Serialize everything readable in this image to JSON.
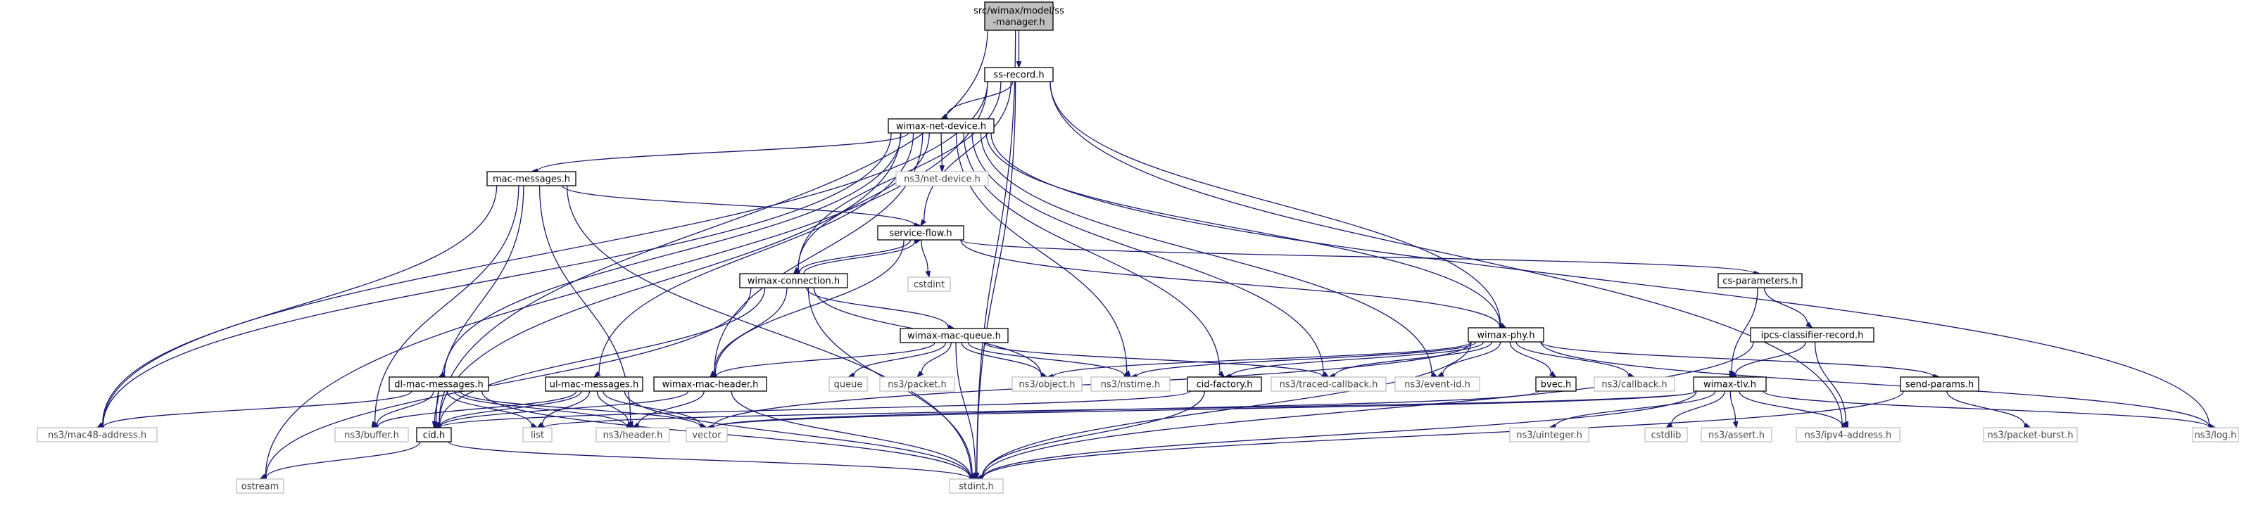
{
  "graph": {
    "edge_color": "#191970",
    "root_fill": "#bfbfbf",
    "external_border": "#bfbfbf",
    "nodes": [
      {
        "id": "ssm",
        "lines": [
          "src/wimax/model/ss",
          "-manager.h"
        ],
        "kind": "root"
      },
      {
        "id": "ssr",
        "lines": [
          "ss-record.h"
        ],
        "kind": "local"
      },
      {
        "id": "wnd",
        "lines": [
          "wimax-net-device.h"
        ],
        "kind": "local"
      },
      {
        "id": "mm",
        "lines": [
          "mac-messages.h"
        ],
        "kind": "local"
      },
      {
        "id": "nsnd",
        "lines": [
          "ns3/net-device.h"
        ],
        "kind": "ext"
      },
      {
        "id": "sf",
        "lines": [
          "service-flow.h"
        ],
        "kind": "local"
      },
      {
        "id": "cstdint",
        "lines": [
          "cstdint"
        ],
        "kind": "ext"
      },
      {
        "id": "wc",
        "lines": [
          "wimax-connection.h"
        ],
        "kind": "local"
      },
      {
        "id": "csp",
        "lines": [
          "cs-parameters.h"
        ],
        "kind": "local"
      },
      {
        "id": "wmq",
        "lines": [
          "wimax-mac-queue.h"
        ],
        "kind": "local"
      },
      {
        "id": "icr",
        "lines": [
          "ipcs-classifier-record.h"
        ],
        "kind": "local"
      },
      {
        "id": "wphy",
        "lines": [
          "wimax-phy.h"
        ],
        "kind": "local"
      },
      {
        "id": "dlmm",
        "lines": [
          "dl-mac-messages.h"
        ],
        "kind": "local"
      },
      {
        "id": "ulmm",
        "lines": [
          "ul-mac-messages.h"
        ],
        "kind": "local"
      },
      {
        "id": "wmh",
        "lines": [
          "wimax-mac-header.h"
        ],
        "kind": "local"
      },
      {
        "id": "queue",
        "lines": [
          "queue"
        ],
        "kind": "ext"
      },
      {
        "id": "packet",
        "lines": [
          "ns3/packet.h"
        ],
        "kind": "ext"
      },
      {
        "id": "object",
        "lines": [
          "ns3/object.h"
        ],
        "kind": "ext"
      },
      {
        "id": "nstime",
        "lines": [
          "ns3/nstime.h"
        ],
        "kind": "ext"
      },
      {
        "id": "cidf",
        "lines": [
          "cid-factory.h"
        ],
        "kind": "local"
      },
      {
        "id": "tcb",
        "lines": [
          "ns3/traced-callback.h"
        ],
        "kind": "ext"
      },
      {
        "id": "eid",
        "lines": [
          "ns3/event-id.h"
        ],
        "kind": "ext"
      },
      {
        "id": "bvec",
        "lines": [
          "bvec.h"
        ],
        "kind": "local"
      },
      {
        "id": "callback",
        "lines": [
          "ns3/callback.h"
        ],
        "kind": "ext"
      },
      {
        "id": "sendp",
        "lines": [
          "send-params.h"
        ],
        "kind": "local"
      },
      {
        "id": "tlv",
        "lines": [
          "wimax-tlv.h"
        ],
        "kind": "local"
      },
      {
        "id": "mac48",
        "lines": [
          "ns3/mac48-address.h"
        ],
        "kind": "ext"
      },
      {
        "id": "buffer",
        "lines": [
          "ns3/buffer.h"
        ],
        "kind": "ext"
      },
      {
        "id": "cid",
        "lines": [
          "cid.h"
        ],
        "kind": "local"
      },
      {
        "id": "list",
        "lines": [
          "list"
        ],
        "kind": "ext"
      },
      {
        "id": "header",
        "lines": [
          "ns3/header.h"
        ],
        "kind": "ext"
      },
      {
        "id": "vector",
        "lines": [
          "vector"
        ],
        "kind": "ext"
      },
      {
        "id": "uint",
        "lines": [
          "ns3/uinteger.h"
        ],
        "kind": "ext"
      },
      {
        "id": "cstdlib",
        "lines": [
          "cstdlib"
        ],
        "kind": "ext"
      },
      {
        "id": "assert",
        "lines": [
          "ns3/assert.h"
        ],
        "kind": "ext"
      },
      {
        "id": "ipv4",
        "lines": [
          "ns3/ipv4-address.h"
        ],
        "kind": "ext"
      },
      {
        "id": "pburst",
        "lines": [
          "ns3/packet-burst.h"
        ],
        "kind": "ext"
      },
      {
        "id": "log",
        "lines": [
          "ns3/log.h"
        ],
        "kind": "ext"
      },
      {
        "id": "ostream",
        "lines": [
          "ostream"
        ],
        "kind": "ext"
      },
      {
        "id": "stdint",
        "lines": [
          "stdint.h"
        ],
        "kind": "ext"
      }
    ],
    "edges": [
      [
        "ssm",
        "ssr"
      ],
      [
        "ssm",
        "cid"
      ],
      [
        "ssm",
        "stdint"
      ],
      [
        "ssr",
        "wnd"
      ],
      [
        "ssr",
        "wc"
      ],
      [
        "ssr",
        "sf"
      ],
      [
        "ssr",
        "wphy"
      ],
      [
        "ssr",
        "mac48"
      ],
      [
        "ssr",
        "ostream"
      ],
      [
        "ssr",
        "ipv4"
      ],
      [
        "ssr",
        "stdint"
      ],
      [
        "wnd",
        "mm"
      ],
      [
        "wnd",
        "nsnd"
      ],
      [
        "wnd",
        "wc"
      ],
      [
        "wnd",
        "wmh"
      ],
      [
        "wnd",
        "dlmm"
      ],
      [
        "wnd",
        "ulmm"
      ],
      [
        "wnd",
        "wphy"
      ],
      [
        "wnd",
        "cidf"
      ],
      [
        "wnd",
        "nstime"
      ],
      [
        "wnd",
        "tcb"
      ],
      [
        "wnd",
        "eid"
      ],
      [
        "wnd",
        "log"
      ],
      [
        "wnd",
        "mac48"
      ],
      [
        "wnd",
        "cid"
      ],
      [
        "mm",
        "sf"
      ],
      [
        "mm",
        "cid"
      ],
      [
        "mm",
        "mac48"
      ],
      [
        "mm",
        "buffer"
      ],
      [
        "mm",
        "header"
      ],
      [
        "mm",
        "stdint"
      ],
      [
        "sf",
        "wc"
      ],
      [
        "sf",
        "cstdint"
      ],
      [
        "sf",
        "csp"
      ],
      [
        "sf",
        "wphy"
      ],
      [
        "sf",
        "wmh"
      ],
      [
        "wc",
        "sf"
      ],
      [
        "wc",
        "wmq"
      ],
      [
        "wc",
        "wmh"
      ],
      [
        "wc",
        "object"
      ],
      [
        "wc",
        "cid"
      ],
      [
        "wc",
        "ostream"
      ],
      [
        "wc",
        "stdint"
      ],
      [
        "csp",
        "icr"
      ],
      [
        "csp",
        "tlv"
      ],
      [
        "icr",
        "tlv"
      ],
      [
        "icr",
        "ipv4"
      ],
      [
        "icr",
        "stdint"
      ],
      [
        "wmq",
        "wmh"
      ],
      [
        "wmq",
        "queue"
      ],
      [
        "wmq",
        "packet"
      ],
      [
        "wmq",
        "object"
      ],
      [
        "wmq",
        "nstime"
      ],
      [
        "wmq",
        "tcb"
      ],
      [
        "wmq",
        "stdint"
      ],
      [
        "wphy",
        "nstime"
      ],
      [
        "wphy",
        "object"
      ],
      [
        "wphy",
        "cidf"
      ],
      [
        "wphy",
        "tcb"
      ],
      [
        "wphy",
        "eid"
      ],
      [
        "wphy",
        "bvec"
      ],
      [
        "wphy",
        "callback"
      ],
      [
        "wphy",
        "sendp"
      ],
      [
        "wphy",
        "log"
      ],
      [
        "wphy",
        "vector"
      ],
      [
        "wphy",
        "stdint"
      ],
      [
        "dlmm",
        "cid"
      ],
      [
        "dlmm",
        "buffer"
      ],
      [
        "dlmm",
        "header"
      ],
      [
        "dlmm",
        "mac48"
      ],
      [
        "dlmm",
        "vector"
      ],
      [
        "dlmm",
        "list"
      ],
      [
        "dlmm",
        "stdint"
      ],
      [
        "ulmm",
        "cid"
      ],
      [
        "ulmm",
        "buffer"
      ],
      [
        "ulmm",
        "header"
      ],
      [
        "ulmm",
        "list"
      ],
      [
        "ulmm",
        "vector"
      ],
      [
        "ulmm",
        "stdint"
      ],
      [
        "wmh",
        "header"
      ],
      [
        "wmh",
        "cid"
      ],
      [
        "wmh",
        "stdint"
      ],
      [
        "cidf",
        "cid"
      ],
      [
        "cidf",
        "stdint"
      ],
      [
        "bvec",
        "vector"
      ],
      [
        "sendp",
        "pburst"
      ],
      [
        "sendp",
        "stdint"
      ],
      [
        "tlv",
        "list"
      ],
      [
        "tlv",
        "vector"
      ],
      [
        "tlv",
        "uint"
      ],
      [
        "tlv",
        "cstdlib"
      ],
      [
        "tlv",
        "assert"
      ],
      [
        "tlv",
        "ipv4"
      ],
      [
        "tlv",
        "log"
      ],
      [
        "tlv",
        "stdint"
      ],
      [
        "cid",
        "ostream"
      ],
      [
        "cid",
        "stdint"
      ]
    ]
  }
}
